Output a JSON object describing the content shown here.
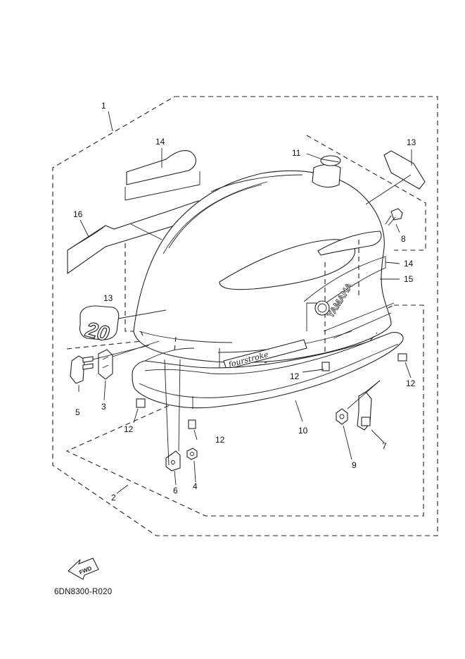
{
  "diagram": {
    "reference_code": "6DN8300-R020",
    "fwd_label": "FWD",
    "decals": {
      "brand": "YAMAHA",
      "model_number": "20",
      "series": "fourstroke"
    },
    "callouts": {
      "c1": "1",
      "c2": "2",
      "c3": "3",
      "c4": "4",
      "c5": "5",
      "c6": "6",
      "c7": "7",
      "c8": "8",
      "c9": "9",
      "c10": "10",
      "c11": "11",
      "c12a": "12",
      "c12b": "12",
      "c12c": "12",
      "c12d": "12",
      "c13a": "13",
      "c13b": "13",
      "c14a": "14",
      "c14b": "14",
      "c15": "15",
      "c16": "16"
    }
  }
}
